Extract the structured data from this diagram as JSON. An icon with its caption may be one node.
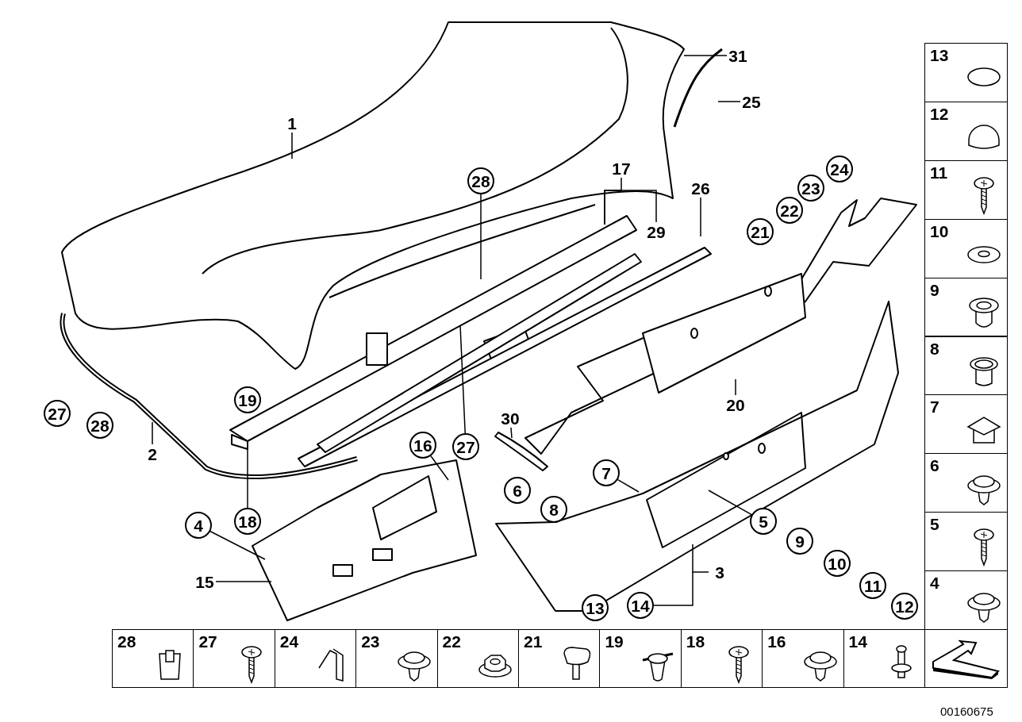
{
  "diagram": {
    "nodes": [
      {
        "text": [
          "1"
        ]
      },
      {
        "text": [
          "31"
        ]
      },
      {
        "text": [
          "25"
        ]
      },
      {
        "text": [
          "28"
        ]
      },
      {
        "text": [
          "17"
        ]
      },
      {
        "text": [
          "29"
        ]
      },
      {
        "text": [
          "26"
        ]
      },
      {
        "text": [
          "2"
        ]
      },
      {
        "text": [
          "18"
        ]
      },
      {
        "text": [
          "27"
        ]
      },
      {
        "text": [
          "30"
        ]
      },
      {
        "text": [
          "16"
        ]
      },
      {
        "text": [
          "4"
        ]
      },
      {
        "text": [
          "15"
        ]
      },
      {
        "text": [
          "7"
        ]
      },
      {
        "text": [
          "5"
        ]
      },
      {
        "text": [
          "3"
        ]
      },
      {
        "text": [
          "14"
        ]
      },
      {
        "text": [
          "20"
        ]
      },
      {
        "text": [
          "24"
        ]
      },
      {
        "text": [
          "23"
        ]
      },
      {
        "text": [
          "22"
        ]
      },
      {
        "text": [
          "21"
        ]
      },
      {
        "text": [
          "19"
        ]
      },
      {
        "text": [
          "27"
        ]
      },
      {
        "text": [
          "28"
        ]
      },
      {
        "text": [
          "6"
        ]
      },
      {
        "text": [
          "8"
        ]
      },
      {
        "text": [
          "9"
        ]
      },
      {
        "text": [
          "10"
        ]
      },
      {
        "text": [
          "11"
        ]
      },
      {
        "text": [
          "12"
        ]
      },
      {
        "text": [
          "13"
        ]
      },
      {
        "text": [],
        "shape": "picture"
      }
    ],
    "edges": [
      {
        "from": 0,
        "to": null,
        "arrow": "none"
      },
      {
        "from": 1,
        "to": null,
        "arrow": "none"
      },
      {
        "from": 2,
        "to": null,
        "arrow": "none"
      },
      {
        "from": 3,
        "to": null,
        "arrow": "none"
      },
      {
        "from": 4,
        "to": null,
        "arrow": "none"
      },
      {
        "from": 5,
        "to": null,
        "arrow": "none"
      },
      {
        "from": 6,
        "to": null,
        "arrow": "none"
      },
      {
        "from": 7,
        "to": null,
        "arrow": "none"
      },
      {
        "from": 8,
        "to": 33,
        "arrow": "none"
      },
      {
        "from": 9,
        "to": null,
        "arrow": "none"
      },
      {
        "from": 10,
        "to": null,
        "arrow": "none"
      },
      {
        "from": 11,
        "to": null,
        "arrow": "none"
      },
      {
        "from": 12,
        "to": null,
        "arrow": "none"
      },
      {
        "from": 13,
        "to": null,
        "arrow": "none"
      },
      {
        "from": 14,
        "to": null,
        "arrow": "none"
      },
      {
        "from": 15,
        "to": null,
        "arrow": "none"
      },
      {
        "from": 16,
        "to": null,
        "arrow": "none"
      },
      {
        "from": 17,
        "to": null,
        "arrow": "none"
      },
      {
        "from": 18,
        "to": null,
        "arrow": "none"
      }
    ],
    "labels": [
      "13",
      "12",
      "11",
      "10",
      "9",
      "8",
      "7",
      "6",
      "5",
      "4",
      "28",
      "27",
      "24",
      "23",
      "22",
      "21",
      "19",
      "18",
      "16",
      "14",
      "00160675"
    ]
  }
}
